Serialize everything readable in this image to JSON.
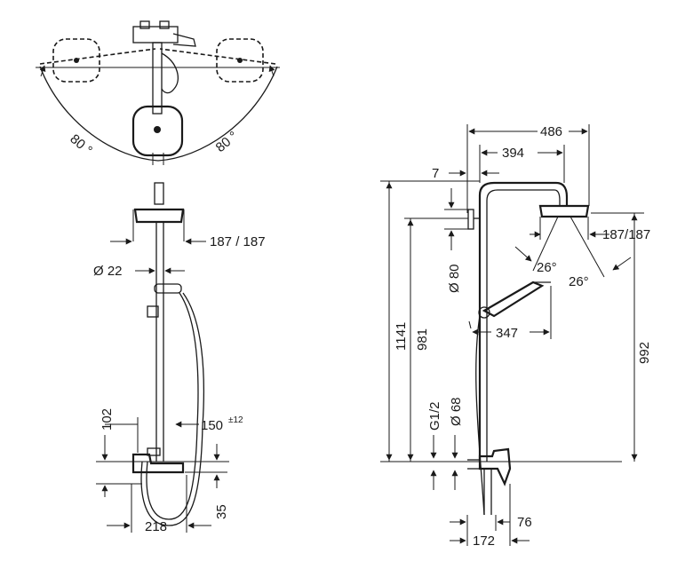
{
  "top_view": {
    "angle_left": "80 °",
    "angle_right": "80 °"
  },
  "front_view": {
    "head_dia": "187 / 187",
    "pipe_dia": "Ø 22",
    "mixer_height": "102",
    "mixer_projection": "150",
    "mixer_projection_tol": "±12",
    "outlet_offset": "35",
    "centres": "218"
  },
  "side_view": {
    "reach_overall": "486",
    "reach_arm": "394",
    "wall_gap": "7",
    "wall_plate_dia": "Ø 80",
    "total_height": "1141",
    "arm_height": "981",
    "head_height": "992",
    "head_dia": "187/187",
    "tilt_left": "26°",
    "tilt_right": "26°",
    "handshower_reach": "347",
    "thread": "G1/2",
    "escutcheon_dia": "Ø 68",
    "mixer_depth": "76",
    "mixer_width": "172"
  }
}
